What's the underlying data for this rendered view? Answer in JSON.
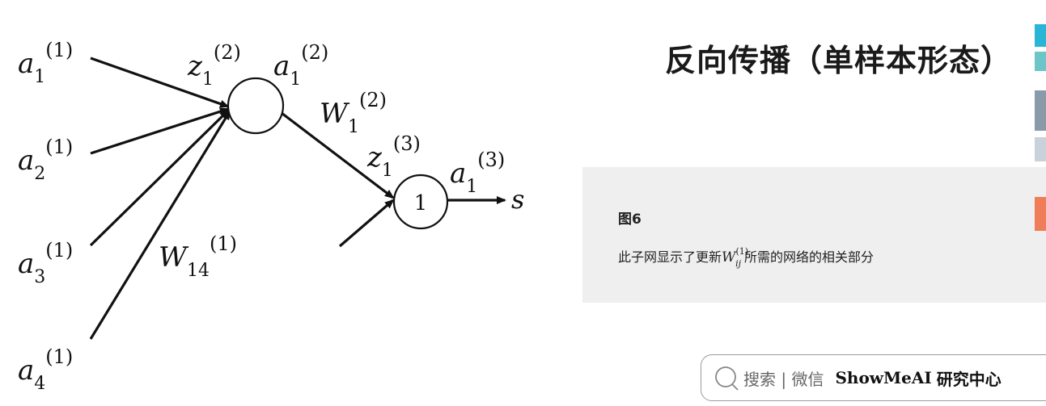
{
  "diagram": {
    "inputs": [
      {
        "base": "a",
        "sub": "1",
        "sup": "(1)"
      },
      {
        "base": "a",
        "sub": "2",
        "sup": "(1)"
      },
      {
        "base": "a",
        "sub": "3",
        "sup": "(1)"
      },
      {
        "base": "a",
        "sub": "4",
        "sup": "(1)"
      }
    ],
    "hidden_z": {
      "base": "z",
      "sub": "1",
      "sup": "(2)"
    },
    "hidden_a": {
      "base": "a",
      "sub": "1",
      "sup": "(2)"
    },
    "weight_hidden": {
      "base": "W",
      "sub": "1",
      "sup": "(2)"
    },
    "weight_input": {
      "base": "W",
      "sub": "14",
      "sup": "(1)"
    },
    "output_z": {
      "base": "z",
      "sub": "1",
      "sup": "(3)"
    },
    "output_a": {
      "base": "a",
      "sub": "1",
      "sup": "(3)"
    },
    "output_node_label": "1",
    "output_symbol": "s"
  },
  "panel": {
    "title": "反向传播（单样本形态）",
    "figure_label": "图6",
    "caption_prefix": "此子网显示了更新",
    "caption_var": "W",
    "caption_sup": "(1)",
    "caption_sub": "ij",
    "caption_suffix": "所需的网络的相关部分"
  },
  "search": {
    "text": "搜索 | 微信",
    "brand": "ShowMeAI",
    "brand_cn": "研究中心"
  },
  "colors": {
    "caption_bg": "#efefef",
    "deco_cyan": "#29b6d6",
    "deco_gray": "#8a9aa8",
    "deco_orange": "#ef7d57"
  }
}
